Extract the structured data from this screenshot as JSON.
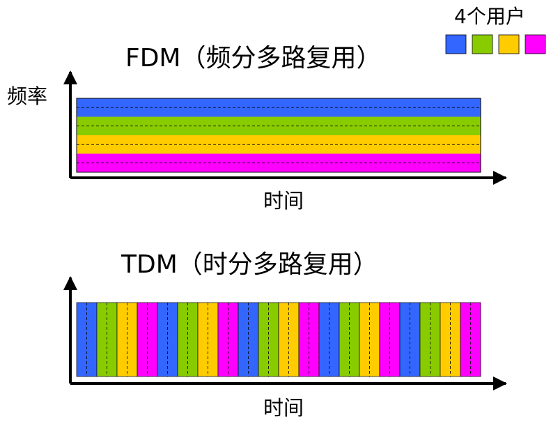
{
  "legend": {
    "title": "4个用户",
    "users": [
      {
        "color": "#3366ff"
      },
      {
        "color": "#88cc00"
      },
      {
        "color": "#ffcc00"
      },
      {
        "color": "#ff00ff"
      }
    ]
  },
  "fdm": {
    "title": "FDM（频分多路复用）",
    "y_label": "频率",
    "x_label": "时间"
  },
  "tdm": {
    "title": "TDM（时分多路复用）",
    "x_label": "时间",
    "slot_count": 20
  },
  "colors": {
    "axis": "#000000",
    "divider": "#000000"
  }
}
